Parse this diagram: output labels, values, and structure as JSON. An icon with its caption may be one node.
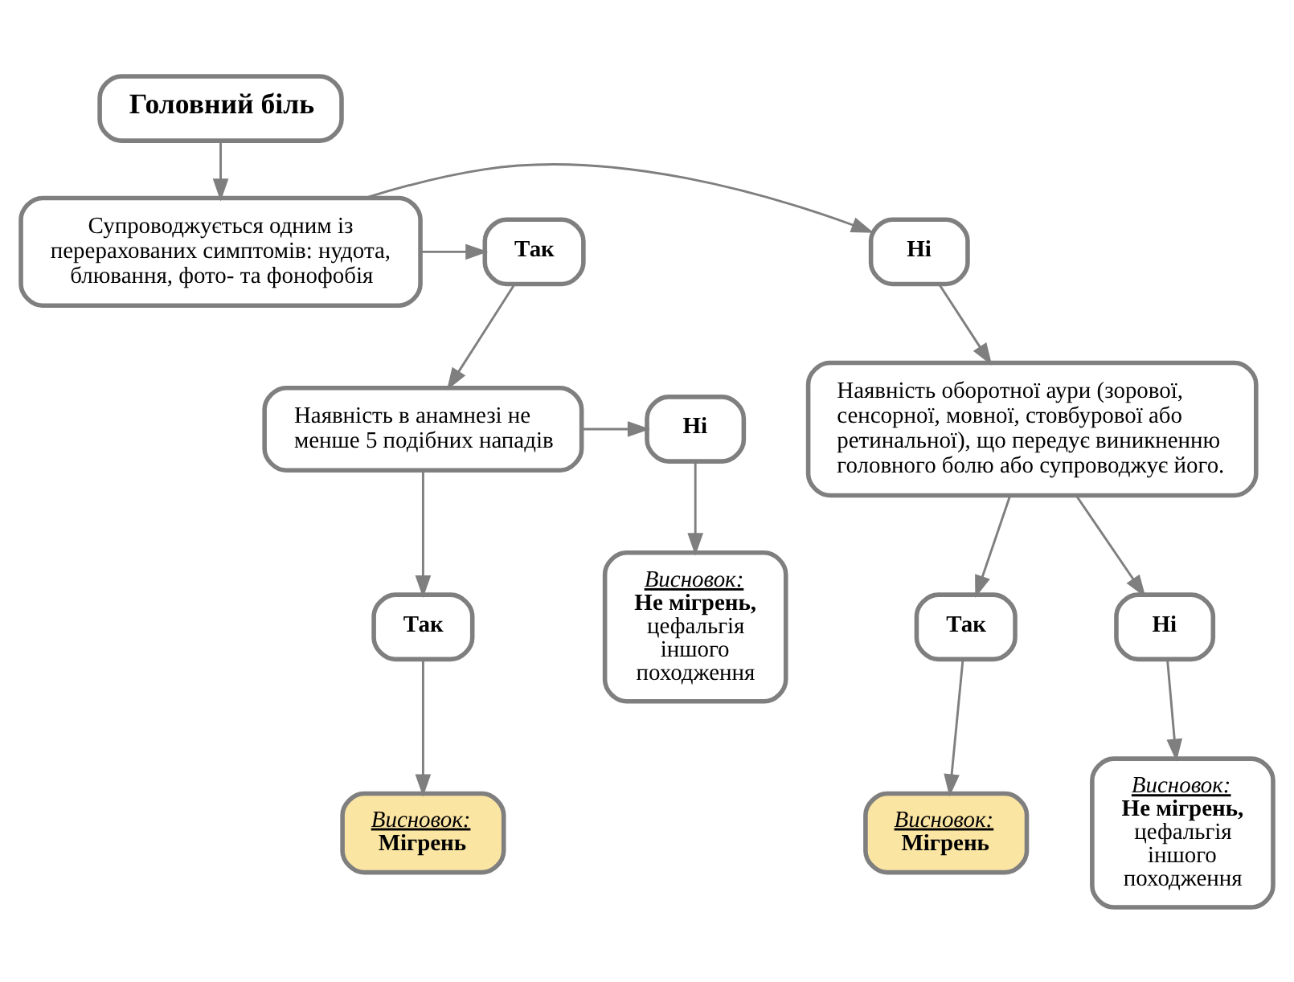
{
  "diagram": {
    "nodes": [
      {
        "text": [
          "Головний біль"
        ]
      },
      {
        "text": [
          "Супроводжується одним із перерахованих симптомів: нудота, блювання, фото- та фонофобія"
        ]
      },
      {
        "text": [
          "Так"
        ]
      },
      {
        "text": [
          "Ні"
        ]
      },
      {
        "text": [
          "Наявність в анамнезі не менше 5 подібних нападів"
        ]
      },
      {
        "text": [
          "Ні"
        ]
      },
      {
        "text": [
          "Наявність оборотної аури (зорової, сенсорної, мовної, стовбурової або ретинальної), що передує виникненню головного болю або супроводжує його."
        ]
      },
      {
        "text": [
          "Так"
        ]
      },
      {
        "text": [
          "Так"
        ]
      },
      {
        "text": [
          "Ні"
        ]
      },
      {
        "text": [
          "Висновок:",
          "Не мігрень,",
          "цефальгія іншого походження"
        ]
      },
      {
        "text": [
          "Висновок:",
          "Мігрень"
        ]
      },
      {
        "text": [
          "Висновок:",
          "Мігрень"
        ]
      },
      {
        "text": [
          "Висновок:",
          "Не мігрень,",
          "цефальгія іншого походження"
        ]
      }
    ],
    "edges": [
      {
        "from": 0,
        "to": 1,
        "arrow": "to"
      },
      {
        "from": 1,
        "to": 2,
        "arrow": "to"
      },
      {
        "from": 1,
        "to": 3,
        "arrow": "to"
      },
      {
        "from": 2,
        "to": 4,
        "arrow": "to"
      },
      {
        "from": 3,
        "to": 6,
        "arrow": "to"
      },
      {
        "from": 4,
        "to": 5,
        "arrow": "to"
      },
      {
        "from": 4,
        "to": 7,
        "arrow": "to"
      },
      {
        "from": 5,
        "to": 10,
        "arrow": "to"
      },
      {
        "from": 7,
        "to": 11,
        "arrow": "to"
      },
      {
        "from": 6,
        "to": 8,
        "arrow": "to"
      },
      {
        "from": 6,
        "to": 9,
        "arrow": "to"
      },
      {
        "from": 8,
        "to": 12,
        "arrow": "to"
      },
      {
        "from": 9,
        "to": 13,
        "arrow": "to"
      }
    ]
  }
}
